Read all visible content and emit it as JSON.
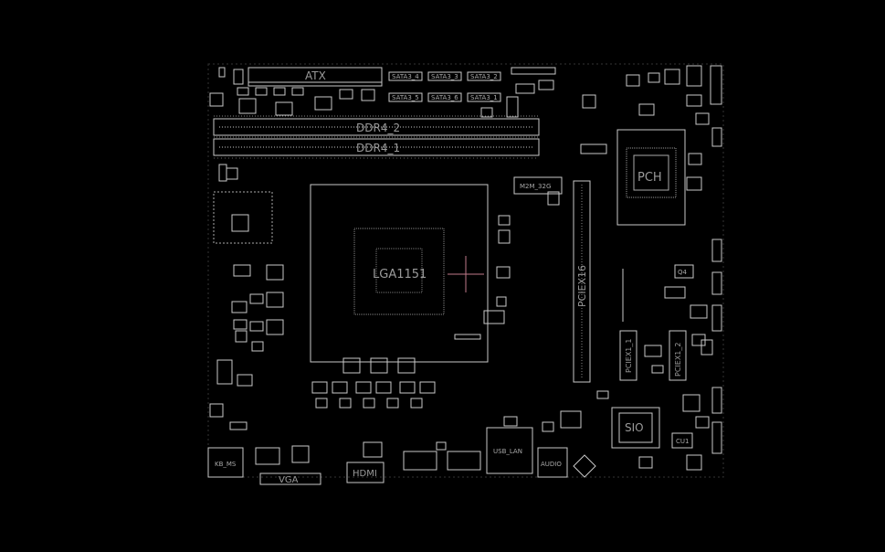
{
  "board": {
    "background": "#000000",
    "line_color": "#c8c8c8",
    "accent_color": "#c07a8a"
  },
  "labels": {
    "atx": "ATX",
    "sata_1": "SATA3_4",
    "sata_2": "SATA3_3",
    "sata_3": "SATA3_2",
    "sata_4": "SATA3_5",
    "sata_5": "SATA3_6",
    "sata_6": "SATA3_1",
    "ddr4_2": "DDR4_2",
    "ddr4_1": "DDR4_1",
    "cpu_socket": "LGA1151",
    "m2": "M2M_32G",
    "pcie16": "PCIEX16",
    "pcie1_1": "PCIEX1_1",
    "pcie1_2": "PCIEX1_2",
    "pch": "PCH",
    "sio": "SIO",
    "kb_ms": "KB_MS",
    "vga": "VGA",
    "hdmi": "HDMI",
    "usb_lan": "USB_LAN",
    "audio": "AUDIO",
    "q4": "Q4",
    "cu1": "CU1"
  }
}
